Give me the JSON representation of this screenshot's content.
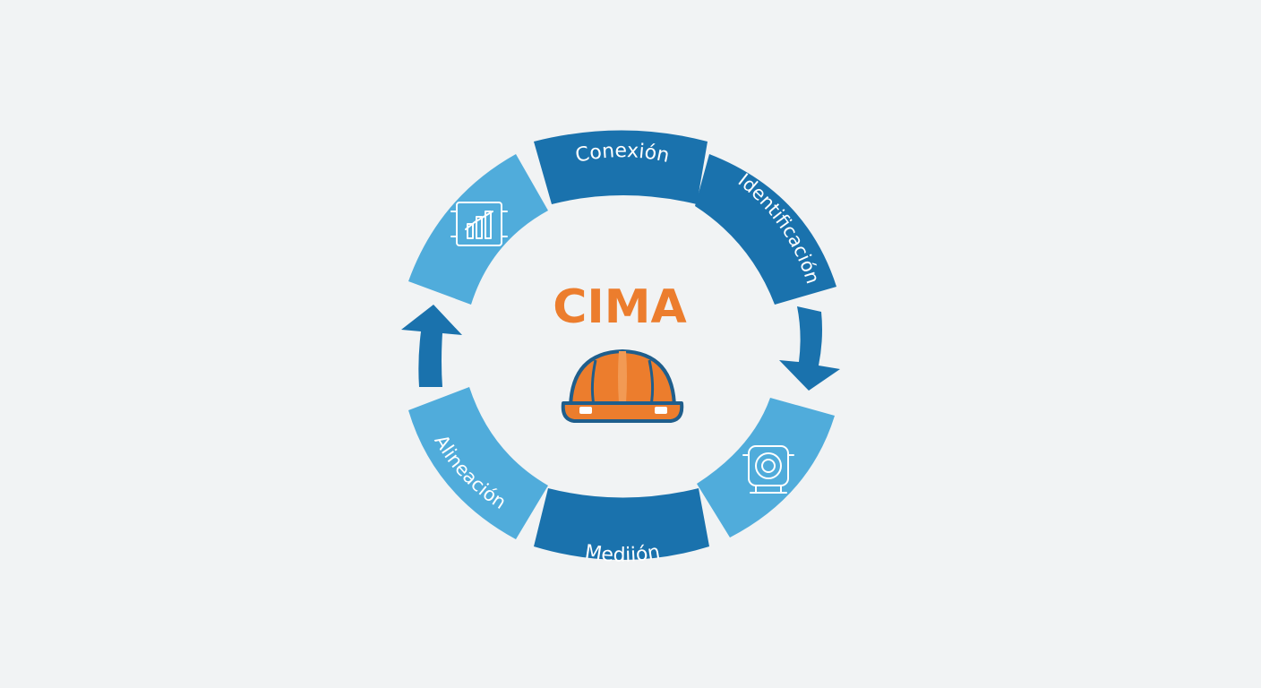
{
  "diagram": {
    "center": {
      "title": "CIMA",
      "icon": "hard-hat-icon"
    },
    "segments": [
      {
        "label": "Conexión",
        "tone": "dark"
      },
      {
        "label": "Identificación",
        "tone": "dark"
      },
      {
        "label": "",
        "icon": "gauge-icon",
        "tone": "light"
      },
      {
        "label": "Mediión",
        "tone": "dark"
      },
      {
        "label": "Alineación",
        "tone": "light"
      },
      {
        "label": "",
        "icon": "chart-icon",
        "tone": "light"
      }
    ],
    "arrows": [
      "cycle-arrow-right",
      "cycle-arrow-left"
    ],
    "colors": {
      "dark_segment": "#1a72ad",
      "light_segment": "#50acdb",
      "title": "#ec7d2d",
      "background": "#f1f3f4"
    }
  }
}
